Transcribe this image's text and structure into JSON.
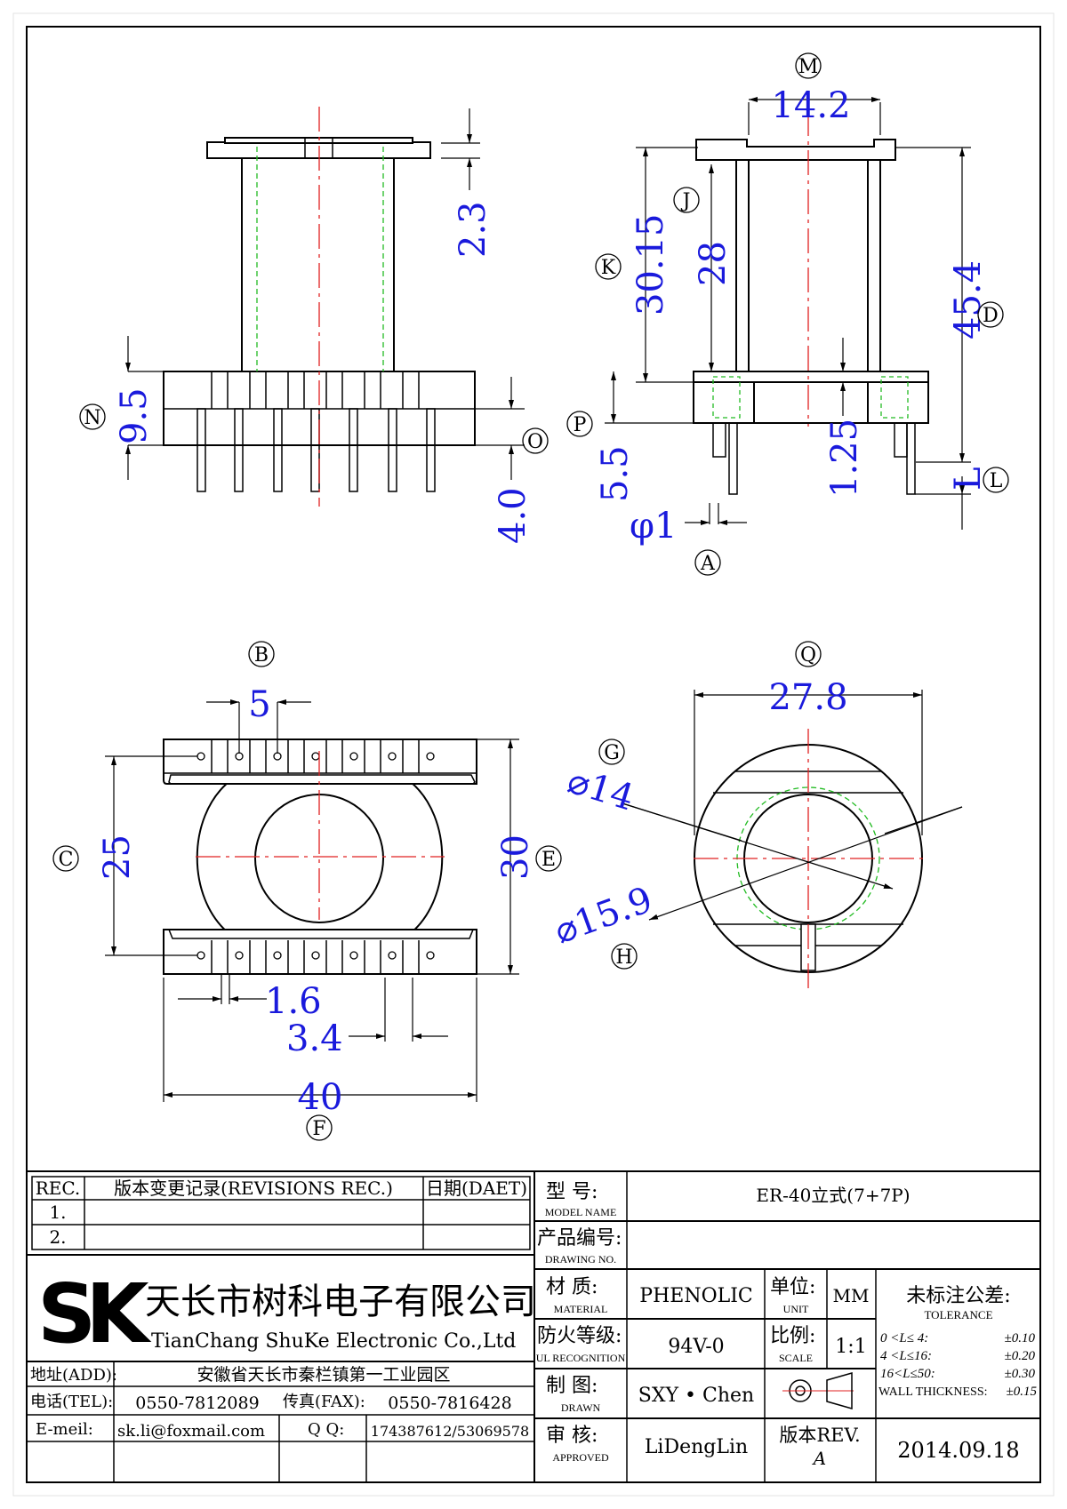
{
  "views": {
    "front": {
      "dims": {
        "flange_h": "2.3",
        "base_h": "9.5",
        "pin_len": "4.0"
      },
      "circles": {
        "n": "N",
        "o": "O"
      }
    },
    "side": {
      "dims": {
        "inner_w": "14.2",
        "k_h": "30.15",
        "j_h": "28",
        "total_h": "45.4",
        "p_h": "5.5",
        "step_h": "1.25",
        "pin_d": "φ1",
        "l_len": "L"
      },
      "circles": {
        "m": "M",
        "j": "J",
        "k": "K",
        "d": "D",
        "p": "P",
        "l": "L",
        "a": "A"
      }
    },
    "bottom": {
      "dims": {
        "pitch": "5",
        "height_c": "25",
        "height_e": "30",
        "pin_w": "1.6",
        "pin_gap": "3.4",
        "width": "40"
      },
      "circles": {
        "b": "B",
        "c": "C",
        "e": "E",
        "f": "F"
      }
    },
    "top": {
      "dims": {
        "dia_outer": "27.8",
        "dia_inner": "⌀14",
        "dia_mid": "⌀15.9"
      },
      "circles": {
        "q": "Q",
        "g": "G",
        "h": "H"
      }
    }
  },
  "title_block": {
    "revisions": {
      "col_rec": "REC.",
      "col_desc": "版本变更记录(REVISIONS REC.)",
      "col_date": "日期(DAET)",
      "rows": [
        {
          "rec": "1.",
          "desc": "",
          "date": ""
        },
        {
          "rec": "2.",
          "desc": "",
          "date": ""
        }
      ]
    },
    "company": {
      "logo": "SK",
      "name_cn": "天长市树科电子有限公司",
      "name_en": "TianChang ShuKe Electronic Co.,Ltd"
    },
    "contact": {
      "address_label": "地址(ADD):",
      "address": "安徽省天长市秦栏镇第一工业园区",
      "tel_label": "电话(TEL):",
      "tel": "0550-7812089",
      "fax_label": "传真(FAX):",
      "fax": "0550-7816428",
      "email_label": "E-meil:",
      "email": "sk.li@foxmail.com",
      "qq_label": "Q Q:",
      "qq": "174387612/53069578"
    },
    "fields": {
      "model_cn": "型    号:",
      "model_en": "MODEL NAME",
      "model_value": "ER-40立式(7+7P)",
      "drawing_cn": "产品编号:",
      "drawing_en": "DRAWING NO.",
      "drawing_value": "",
      "material_cn": "材    质:",
      "material_en": "MATERIAL",
      "material_value": "PHENOLIC",
      "ul_cn": "防火等级:",
      "ul_en": "UL RECOGNITION",
      "ul_value": "94V-0",
      "drawn_cn": "制    图:",
      "drawn_en": "DRAWN",
      "drawn_value": "SXY • Chen",
      "approved_cn": "审    核:",
      "approved_en": "APPROVED",
      "approved_value": "LiDengLin",
      "unit_cn": "单位:",
      "unit_en": "UNIT",
      "unit_value": "MM",
      "scale_cn": "比例:",
      "scale_en": "SCALE",
      "scale_value": "1:1",
      "rev_label": "版本REV.",
      "rev_value": "A",
      "date_value": "2014.09.18"
    },
    "tolerance": {
      "title_cn": "未标注公差:",
      "title_en": "TOLERANCE",
      "rows": [
        {
          "range": "0  <L≤ 4:",
          "value": "±0.10"
        },
        {
          "range": "4  <L≤16:",
          "value": "±0.20"
        },
        {
          "range": "16<L≤50:",
          "value": "±0.30"
        }
      ],
      "wall_label": "WALL THICKNESS:",
      "wall_value": "±0.15"
    }
  }
}
